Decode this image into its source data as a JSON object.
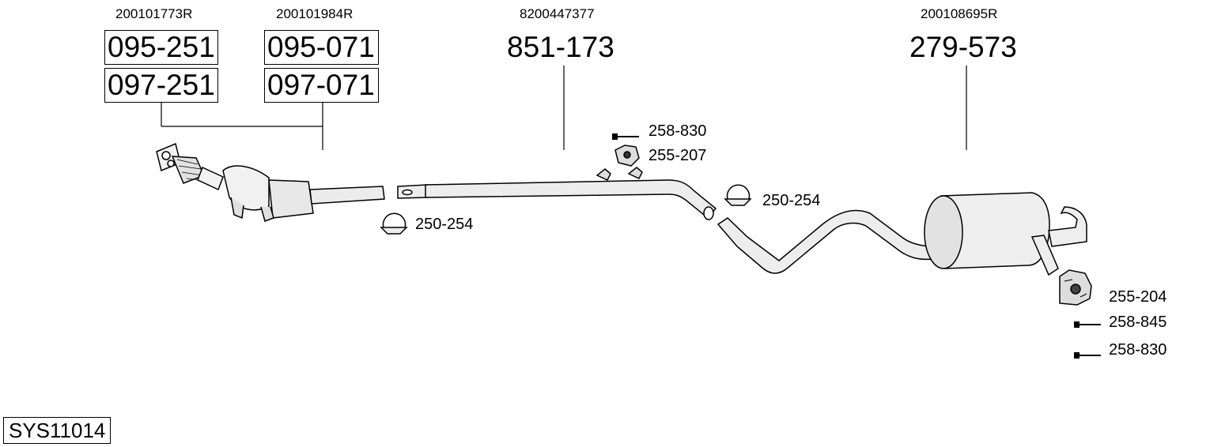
{
  "system_code": "SYS11014",
  "oem_numbers": [
    "200101773R",
    "200101984R",
    "8200447377",
    "200108695R"
  ],
  "part_numbers": {
    "cat_a1": "095-251",
    "cat_a2": "097-251",
    "cat_b1": "095-071",
    "cat_b2": "097-071",
    "middle_pipe": "851-173",
    "rear_silencer": "279-573"
  },
  "accessories": {
    "bolt_mid": "258-830",
    "mount_mid": "255-207",
    "clamp_mid": "250-254",
    "clamp_front": "250-254",
    "mount_rear": "255-204",
    "bolt_rear_1": "258-845",
    "bolt_rear_2": "258-830"
  }
}
